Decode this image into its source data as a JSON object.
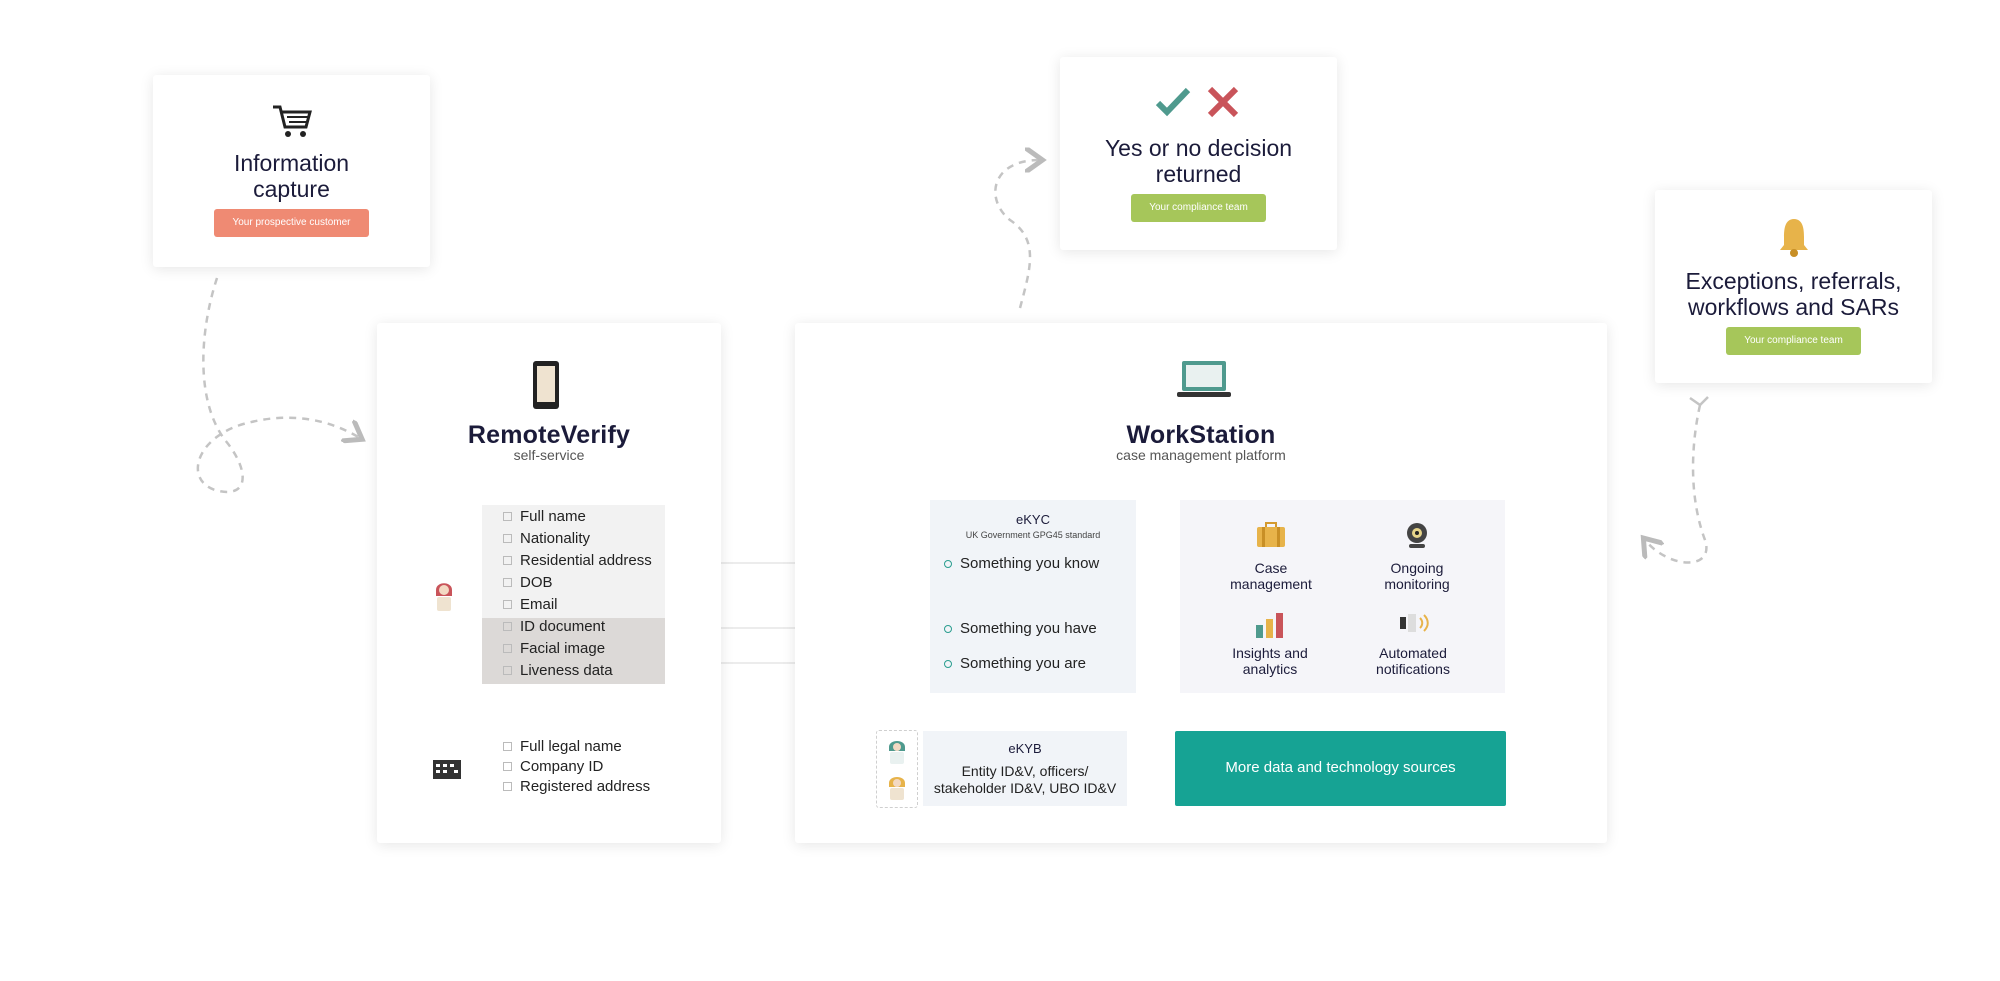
{
  "info_capture": {
    "title_line1": "Information",
    "title_line2": "capture",
    "tag": "Your prospective customer",
    "icon": "shopping-cart-icon"
  },
  "decision": {
    "title_line1": "Yes or no decision",
    "title_line2": "returned",
    "tag": "Your compliance team",
    "icons": [
      "checkmark-icon",
      "cross-icon"
    ]
  },
  "exceptions": {
    "title_line1": "Exceptions, referrals,",
    "title_line2": "workflows and SARs",
    "tag": "Your compliance team",
    "icon": "bell-icon"
  },
  "remote_verify": {
    "title": "RemoteVerify",
    "subtitle": "self-service",
    "person_fields": [
      "Full name",
      "Nationality",
      "Residential address",
      "DOB",
      "Email",
      "ID document",
      "Facial image",
      "Liveness data"
    ],
    "company_fields": [
      "Full legal name",
      "Company ID",
      "Registered address"
    ],
    "icons": [
      "smartphone-icon",
      "person-icon",
      "building-icon"
    ]
  },
  "workstation": {
    "title": "WorkStation",
    "subtitle": "case management platform",
    "icon": "laptop-icon",
    "ekyc": {
      "title": "eKYC",
      "subtitle": "UK Government GPG45 standard",
      "items": [
        "Something you know",
        "Something you have",
        "Something you are"
      ]
    },
    "ekyb": {
      "title": "eKYB",
      "line1": "Entity ID&V, officers/",
      "line2": "stakeholder ID&V, UBO ID&V"
    },
    "features": [
      {
        "line1": "Case",
        "line2": "management",
        "icon": "briefcase-icon"
      },
      {
        "line1": "Ongoing",
        "line2": "monitoring",
        "icon": "webcam-icon"
      },
      {
        "line1": "Insights and",
        "line2": "analytics",
        "icon": "bar-chart-icon"
      },
      {
        "line1": "Automated",
        "line2": "notifications",
        "icon": "speaker-icon"
      }
    ],
    "more_sources": "More data and technology sources"
  },
  "colors": {
    "orange": "#ef8a73",
    "green": "#a6c65a",
    "teal": "#16a394",
    "navy": "#1b1b3a"
  }
}
